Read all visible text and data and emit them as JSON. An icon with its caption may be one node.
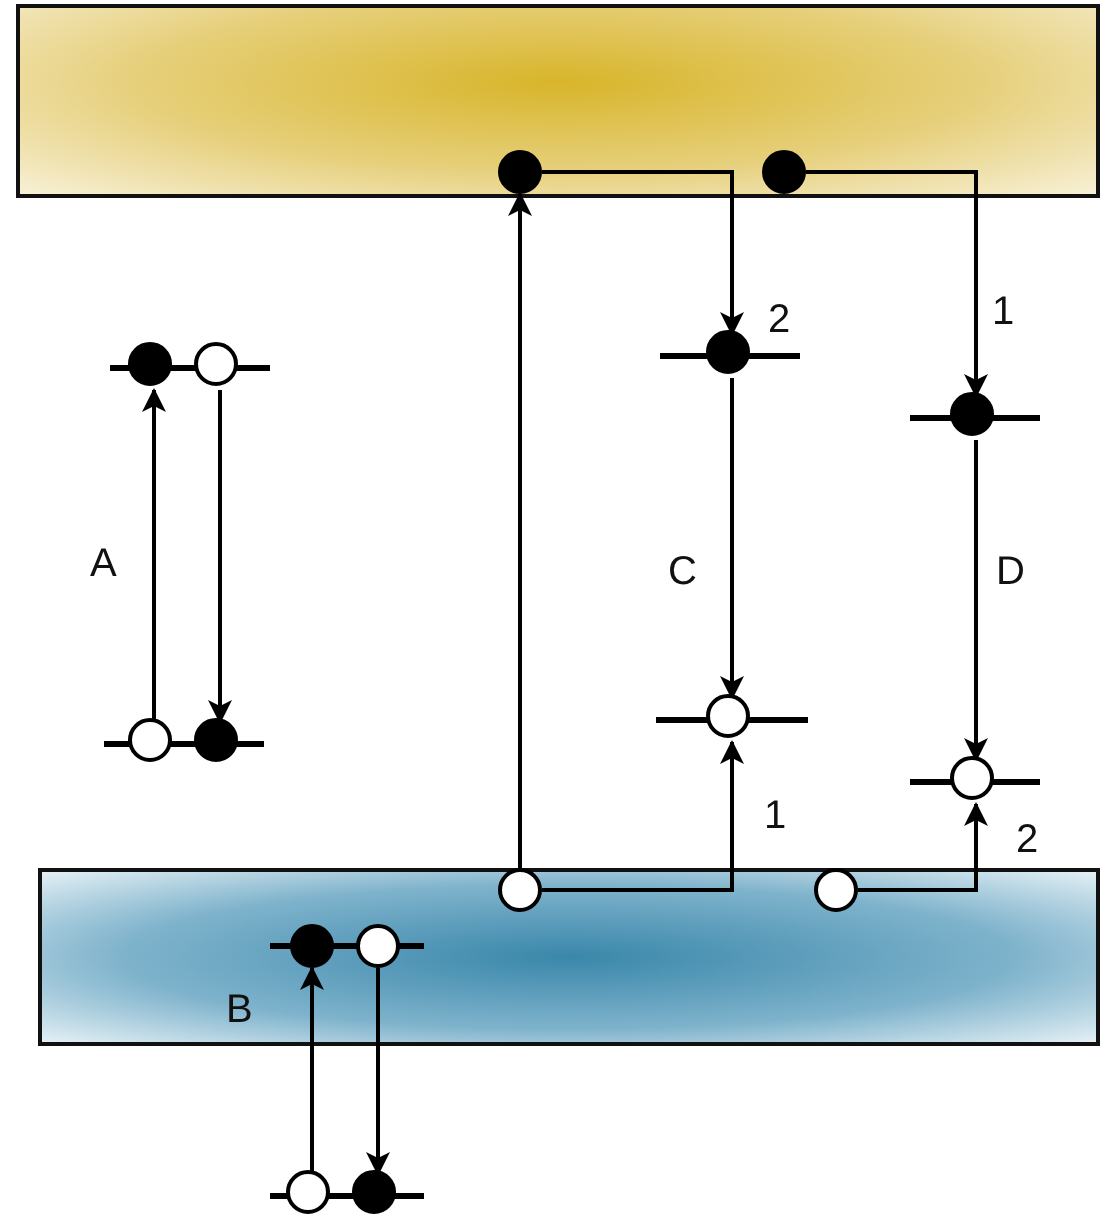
{
  "diagram": {
    "nodes": [
      {
        "text": [],
        "shape": "box"
      },
      {
        "text": [],
        "shape": "circle",
        "in": 0
      },
      {
        "text": [],
        "shape": "circle",
        "in": 0
      },
      {
        "text": [],
        "shape": "circle"
      },
      {
        "text": [],
        "shape": "circle"
      },
      {
        "text": [],
        "shape": "circle"
      },
      {
        "text": [],
        "shape": "circle"
      },
      {
        "text": [],
        "shape": "circle"
      },
      {
        "text": [],
        "shape": "circle"
      },
      {
        "text": [],
        "shape": "circle"
      },
      {
        "text": [],
        "shape": "circle"
      },
      {
        "text": [],
        "shape": "box"
      },
      {
        "text": [],
        "shape": "circle",
        "in": 11
      },
      {
        "text": [],
        "shape": "circle",
        "in": 11
      },
      {
        "text": [],
        "shape": "circle",
        "in": 11
      },
      {
        "text": [],
        "shape": "circle",
        "in": 11
      },
      {
        "text": [],
        "shape": "circle"
      },
      {
        "text": [],
        "shape": "circle"
      }
    ],
    "edges": [
      {
        "from": 8,
        "to": 3,
        "arrow": "to"
      },
      {
        "from": 4,
        "to": 9,
        "arrow": "to"
      },
      {
        "from": 12,
        "to": 1,
        "arrow": "to"
      },
      {
        "from": 1,
        "to": 5,
        "arrow": "to",
        "label": "2"
      },
      {
        "from": 5,
        "to": 7,
        "arrow": "to"
      },
      {
        "from": 12,
        "to": 7,
        "arrow": "to",
        "label": "1"
      },
      {
        "from": 2,
        "to": 6,
        "arrow": "to",
        "label": "1"
      },
      {
        "from": 6,
        "to": 10,
        "arrow": "to"
      },
      {
        "from": 13,
        "to": 10,
        "arrow": "to",
        "label": "2"
      },
      {
        "from": 16,
        "to": 14,
        "arrow": "to"
      },
      {
        "from": 15,
        "to": 17,
        "arrow": "to"
      }
    ],
    "labels": [
      "A",
      "C",
      "D",
      "B"
    ]
  }
}
